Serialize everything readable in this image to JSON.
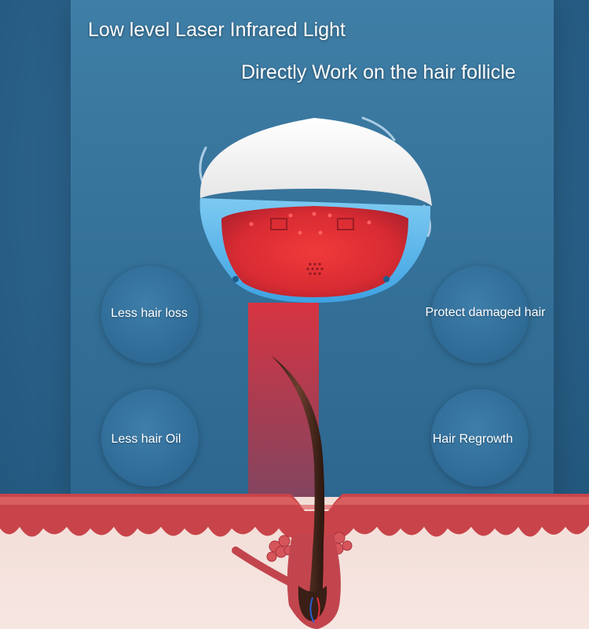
{
  "headlines": {
    "line1": "Low level Laser Infrared Light",
    "line2": "Directly Work on the hair follicle"
  },
  "benefits": {
    "top_left": "Less hair loss",
    "top_right": "Protect damaged hair",
    "bottom_left": "Less hair Oil",
    "bottom_right": "Hair Regrowth"
  },
  "colors": {
    "background": "#2f6891",
    "device_shell": "#f4f4f4",
    "device_band": "#4aaee8",
    "laser_red": "#d42a35",
    "skin_top": "#c9454b",
    "skin_tissue": "#f1d6cf",
    "hair": "#4a2a1e"
  },
  "icons": {
    "device": "laser-helmet-icon",
    "hair": "hair-follicle-icon"
  }
}
